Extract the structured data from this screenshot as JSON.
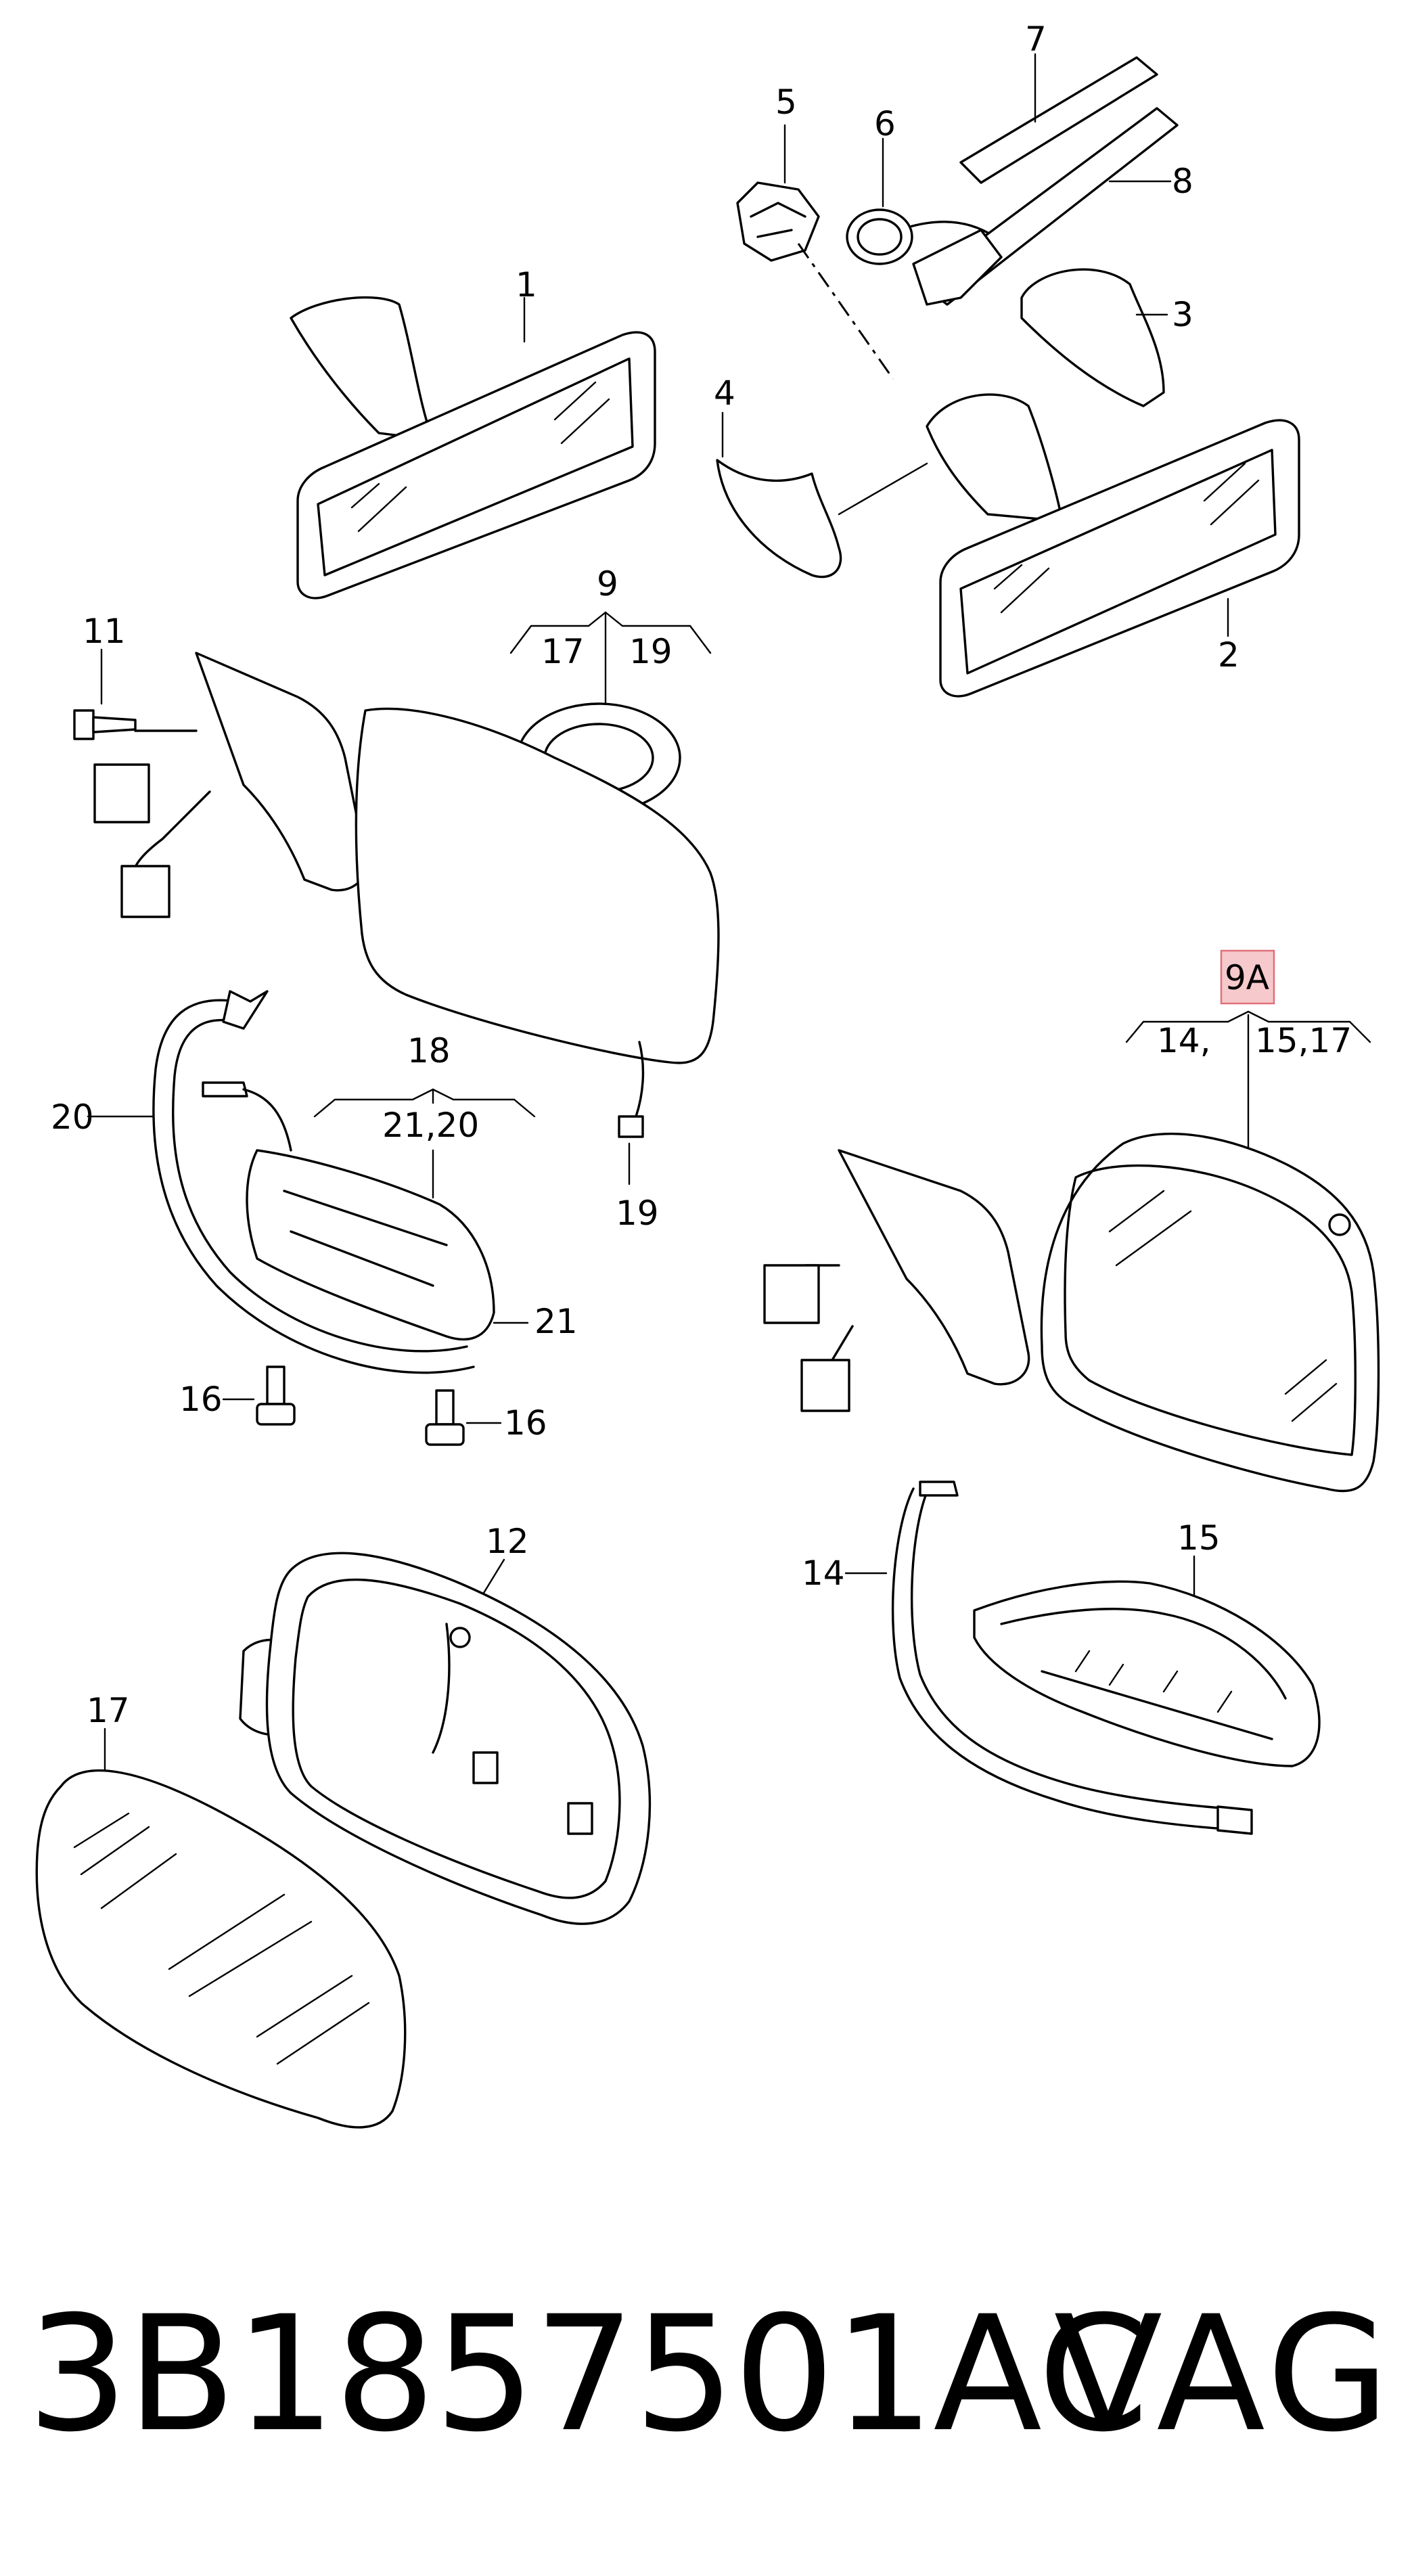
{
  "callouts": {
    "c1": "1",
    "c2": "2",
    "c3": "3",
    "c4": "4",
    "c5": "5",
    "c6": "6",
    "c7": "7",
    "c8": "8",
    "c9": "9",
    "c9_sub_a": "17",
    "c9_sub_b": "19",
    "c11": "11",
    "c18": "18",
    "c18_sub": "21,20",
    "c19": "19",
    "c20": "20",
    "c21": "21",
    "c16a": "16",
    "c16b": "16",
    "c9a": "9A",
    "c9a_sub_a": "14,",
    "c9a_sub_b": "15,17",
    "c12": "12",
    "c17": "17",
    "c14": "14",
    "c15": "15"
  },
  "highlight_color": "#f6c9cc",
  "highlight_border": "#e0707a",
  "footer": {
    "part_number": "3B1857501AC",
    "brand": "VAG"
  }
}
